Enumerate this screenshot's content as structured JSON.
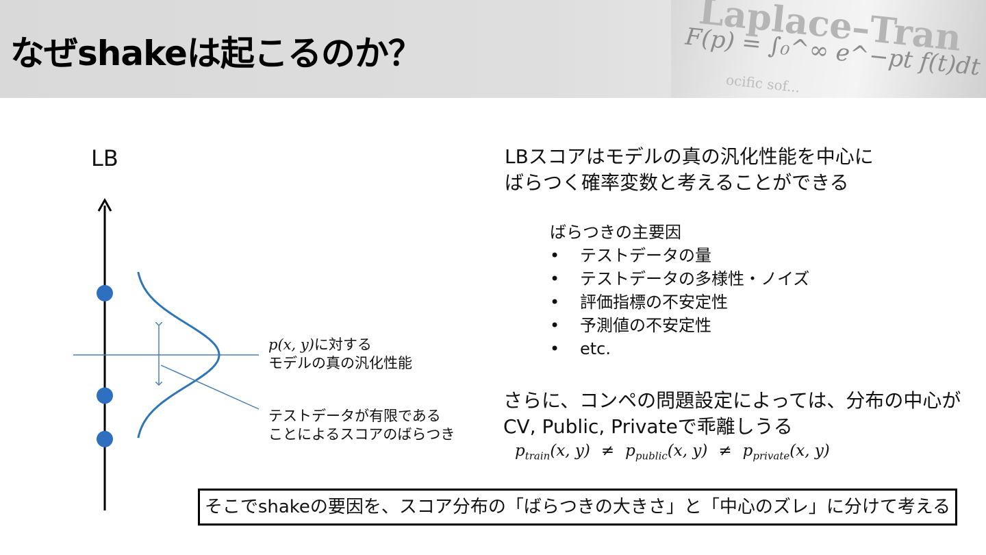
{
  "title": "なぜshakeは起こるのか？",
  "header_image_text": {
    "line1": "Laplace–Tran",
    "line2": "F(p) = ∫₀^∞ e^−pt f(t)dt",
    "line3": "ocific sof..."
  },
  "diagram": {
    "axis_label": "LB",
    "annotation_true": {
      "line1_math": "p(x, y)",
      "line1_text": "に対する",
      "line2": "モデルの真の汎化性能"
    },
    "annotation_spread": {
      "line1": "テストデータが有限である",
      "line2": "ことによるスコアのばらつき"
    },
    "points": [
      {
        "lb": 0.7
      },
      {
        "lb": 0.37
      },
      {
        "lb": 0.23
      }
    ],
    "colors": {
      "axis": "#000000",
      "curve": "#2e75b6",
      "point": "#2e6fc0",
      "guide": "#4a7fb8"
    }
  },
  "main_text": {
    "line1": "LBスコアはモデルの真の汎化性能を中心に",
    "line2": "ばらつく確率変数と考えることができる"
  },
  "factors": {
    "heading": "ばらつきの主要因",
    "bullet": "•",
    "items": [
      "テストデータの量",
      "テストデータの多様性・ノイズ",
      "評価指標の不安定性",
      "予測値の不安定性",
      "etc."
    ]
  },
  "sub_text": {
    "line1": "さらに、コンペの問題設定によっては、分布の中心が",
    "line2": "CV, Public, Privateで乖離しうる"
  },
  "formula": {
    "p": "p",
    "sub1": "train",
    "sub2": "public",
    "sub3": "private",
    "args": "(x, y)",
    "neq": "≠"
  },
  "summary": "そこでshakeの要因を、スコア分布の「ばらつきの大きさ」と「中心のズレ」に分けて考える"
}
